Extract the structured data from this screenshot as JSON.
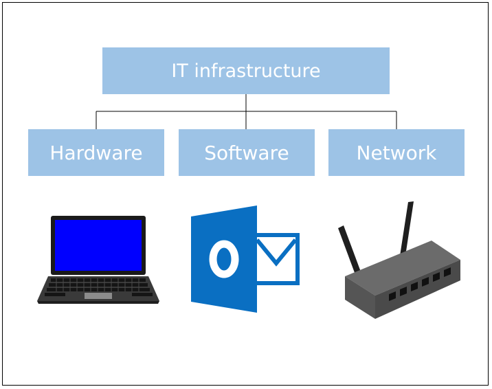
{
  "diagram": {
    "root": {
      "label": "IT infrastructure"
    },
    "children": [
      {
        "label": "Hardware",
        "icon": "laptop-icon"
      },
      {
        "label": "Software",
        "icon": "outlook-icon"
      },
      {
        "label": "Network",
        "icon": "router-icon"
      }
    ]
  },
  "colors": {
    "box_fill": "#9dc3e6",
    "box_text": "#ffffff",
    "connector": "#000000",
    "laptop_screen": "#0000ff",
    "laptop_body": "#333333",
    "outlook_blue": "#0a6fc2",
    "router_body": "#5a5a5a"
  }
}
